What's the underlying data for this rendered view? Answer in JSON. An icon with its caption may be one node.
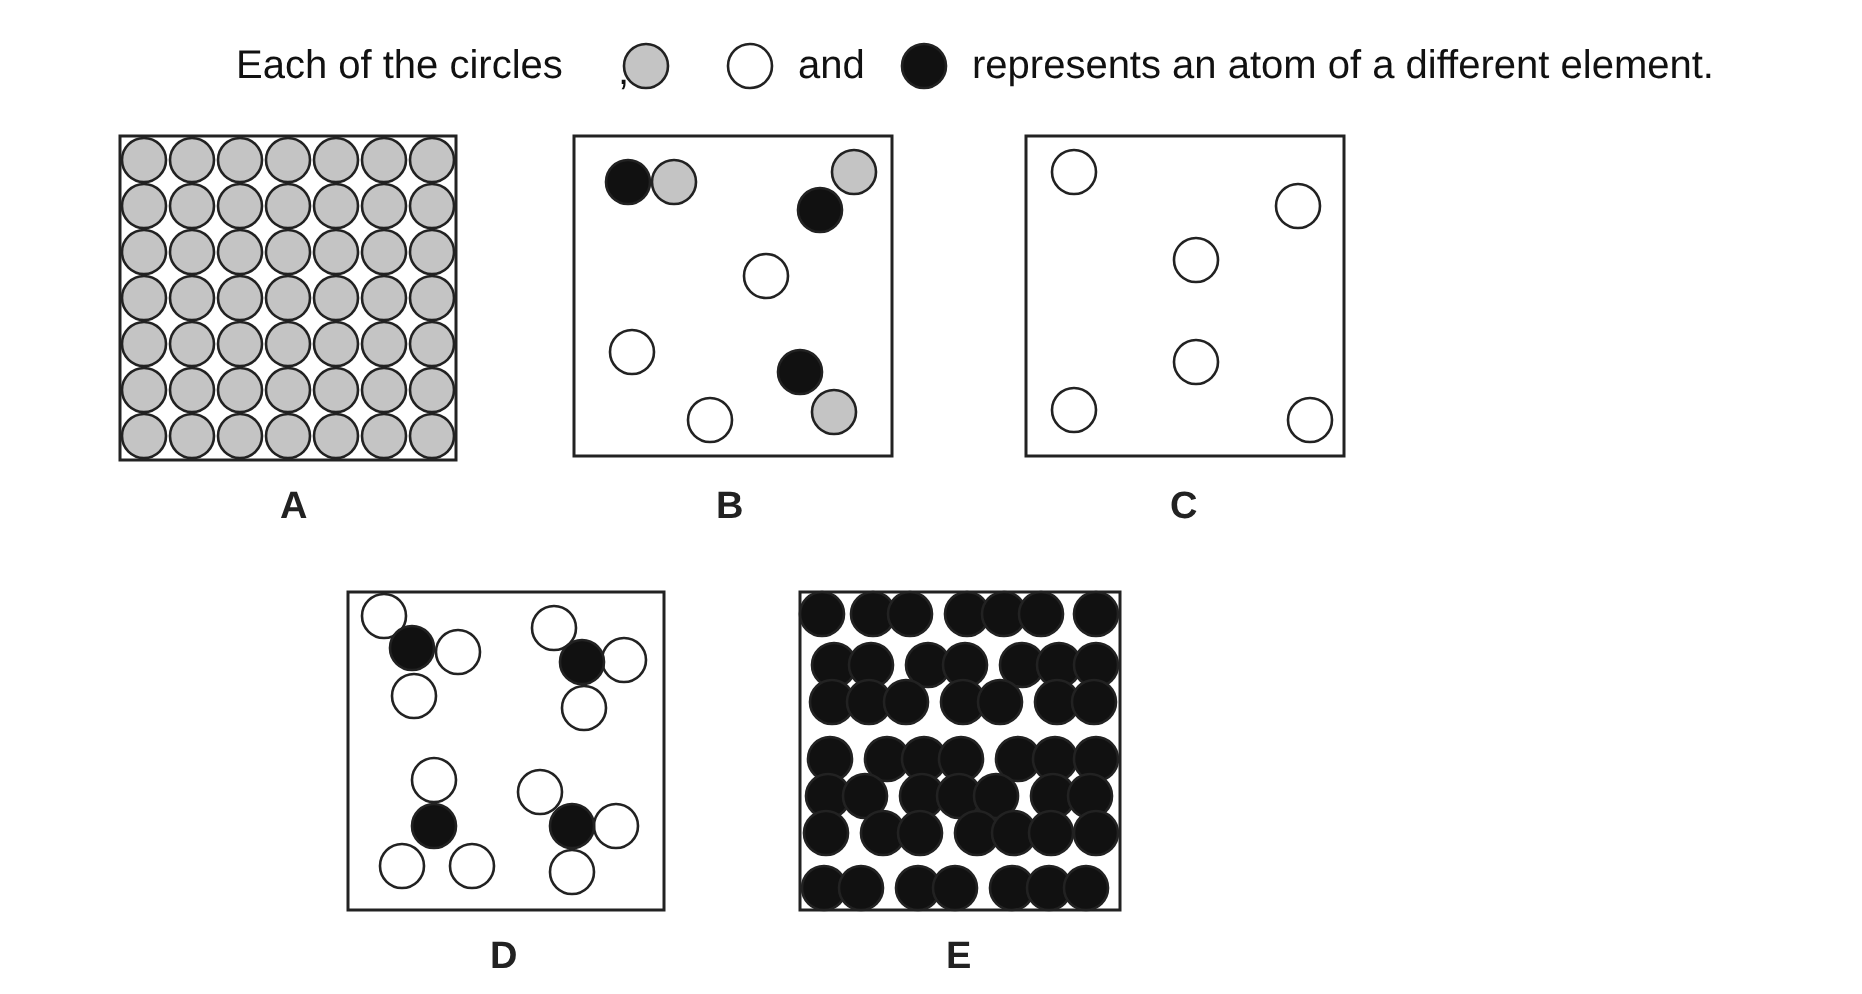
{
  "diagram": {
    "labels": [
      "Each of the circles",
      ",",
      "and",
      "represents an atom of a different element.",
      "A",
      "B",
      "C",
      "D",
      "E"
    ]
  }
}
